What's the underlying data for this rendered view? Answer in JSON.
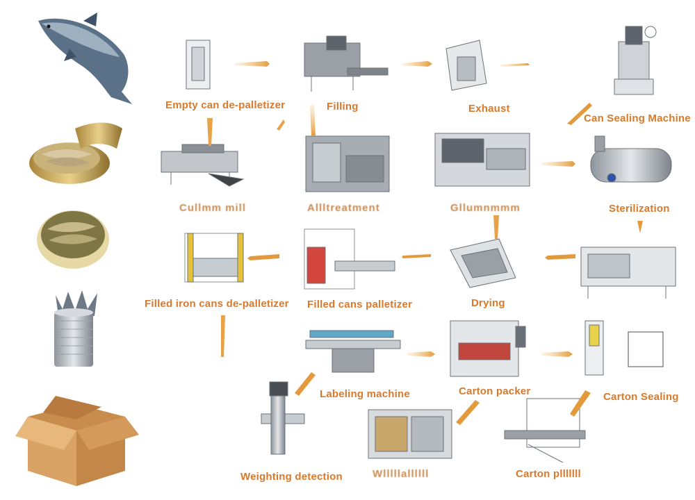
{
  "steps": {
    "empty_can_depalletizer": "Empty can de-palletizer",
    "filling": "Filling",
    "exhaust": "Exhaust",
    "can_sealing_machine": "Can Sealing Machine",
    "conveyor": "Cullmm mill",
    "pretreatment": "Allltreatment",
    "cooling": "Gllumnmmm",
    "sterilization": "Sterilization",
    "filled_iron_cans_depalletizer": "Filled iron cans de-palletizer",
    "filled_cans_palletizer": "Filled cans palletizer",
    "drying": "Drying",
    "labeling_machine": "Labeling machine",
    "carton_packer": "Carton packer",
    "carton_sealing": "Carton Sealing",
    "weighting_detection": "Weighting detection",
    "warehouse": "Wlllllallllll",
    "carton_palletizer": "Carton plllllll"
  },
  "colors": {
    "label": "#d9792b",
    "arrow": "#e7a24a",
    "machine_metal": "#b9bec4",
    "machine_dark": "#4a4f55",
    "box": "#d9a366",
    "fish": "#5a7188"
  },
  "icons": {
    "fish": "salmon-icon",
    "open_can": "open-sardine-can-icon",
    "round_can": "round-sardine-tin-icon",
    "tin_can": "tin-can-with-fish-icon",
    "box": "cardboard-box-icon"
  }
}
